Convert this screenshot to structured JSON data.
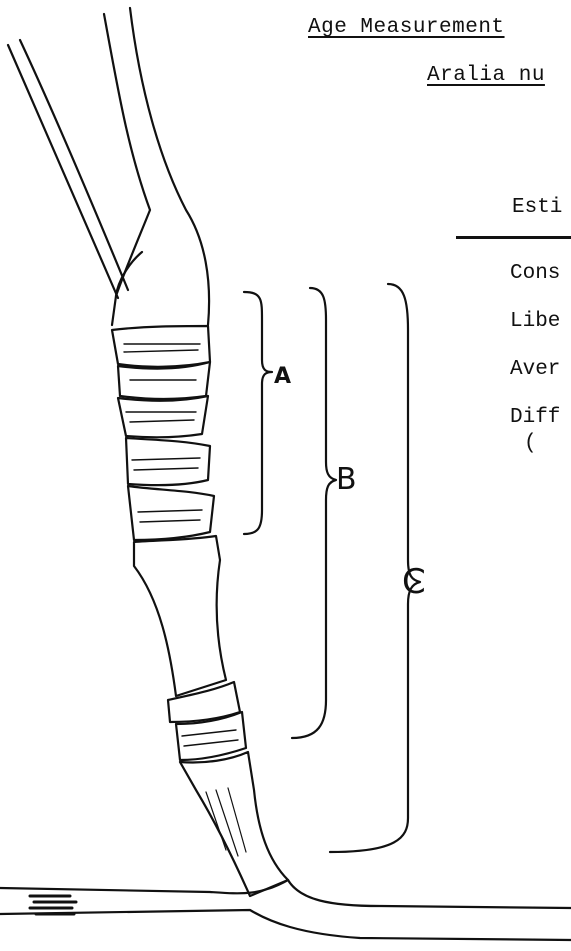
{
  "heading": {
    "line1": "Age Measurement",
    "line2": "Aralia nu"
  },
  "table": {
    "column_header": "Esti",
    "rows": [
      "Cons",
      "Libe",
      "Aver",
      "Diff"
    ],
    "row4_continuation": "("
  },
  "figure": {
    "brackets": [
      "A",
      "B",
      "C"
    ],
    "ink_color": "#111111"
  }
}
